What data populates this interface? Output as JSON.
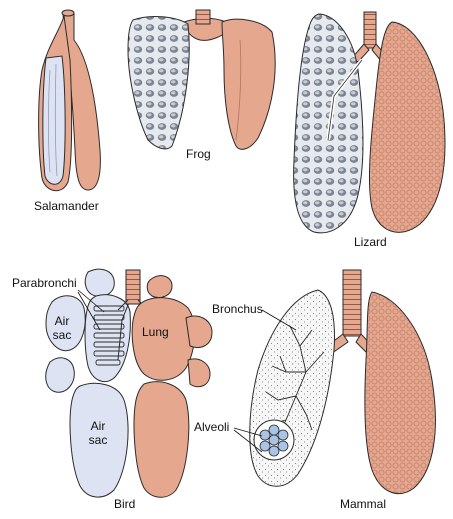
{
  "labels": {
    "salamander": "Salamander",
    "frog": "Frog",
    "lizard": "Lizard",
    "bird": "Bird",
    "mammal": "Mammal",
    "parabronchi": "Parabronchi",
    "air_sac_upper_line1": "Air",
    "air_sac_upper_line2": "sac",
    "lung": "Lung",
    "air_sac_lower_line1": "Air",
    "air_sac_lower_line2": "sac",
    "bronchus": "Bronchus",
    "alveoli": "Alveoli"
  },
  "colors": {
    "lung_tissue": "#e6a78f",
    "air_sac": "#dde3f2",
    "alveoli_blue": "#a9c4e4",
    "outline": "#2b2b2b",
    "cutaway": "#c8cdd4"
  }
}
